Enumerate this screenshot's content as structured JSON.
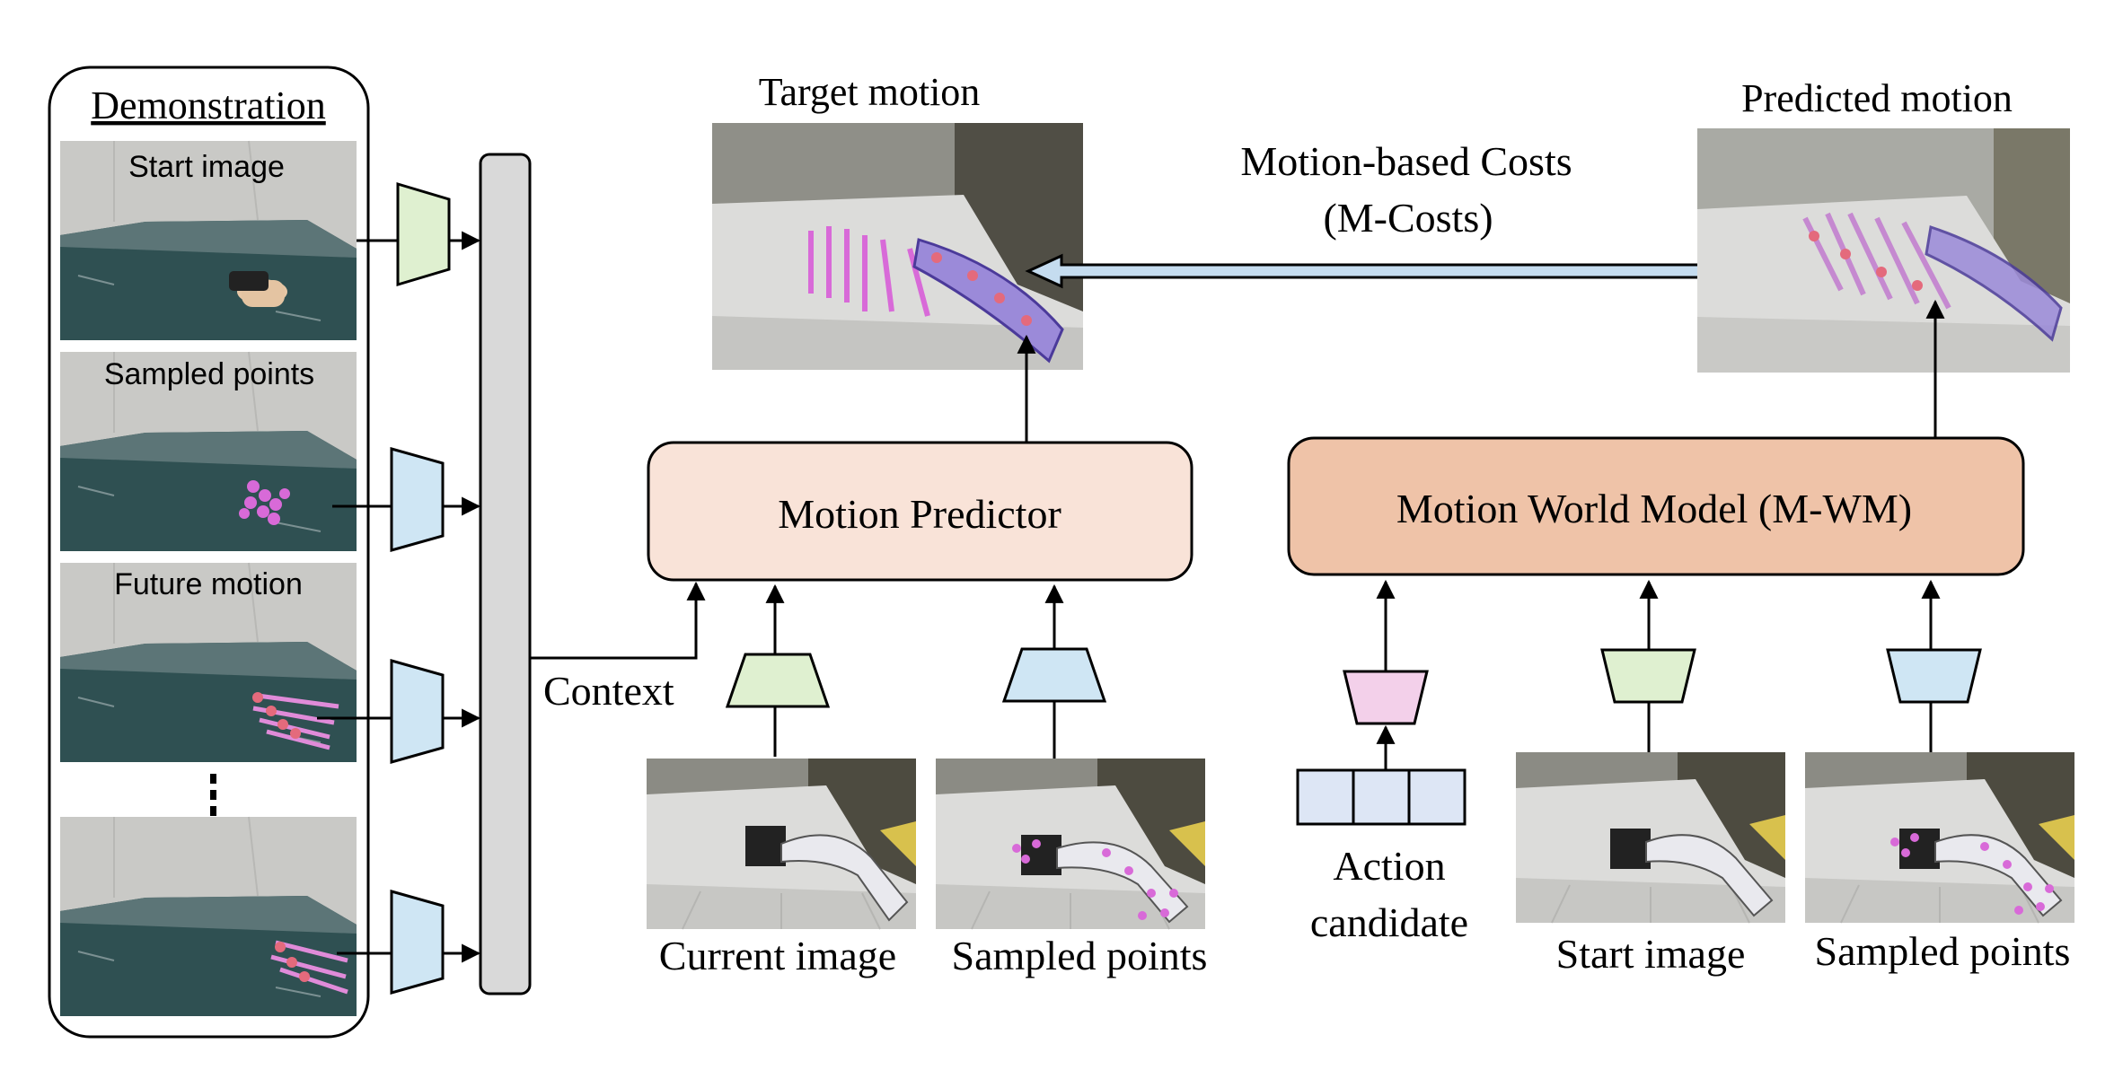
{
  "demonstration": {
    "title": "Demonstration",
    "panels": [
      {
        "label": "Start image"
      },
      {
        "label": "Sampled points"
      },
      {
        "label": "Future motion"
      },
      {
        "label": ""
      }
    ]
  },
  "context_label": "Context",
  "target_motion_label": "Target motion",
  "predicted_motion_label": "Predicted motion",
  "costs": {
    "line1": "Motion-based Costs",
    "line2": "(M-Costs)"
  },
  "motion_predictor_label": "Motion Predictor",
  "world_model_label": "Motion World Model (M-WM)",
  "inputs_left": {
    "current_image": "Current image",
    "sampled_points": "Sampled points"
  },
  "inputs_right": {
    "action_line1": "Action",
    "action_line2": "candidate",
    "start_image": "Start image",
    "sampled_points": "Sampled points"
  },
  "colors": {
    "image_encoder": "#dff0d0",
    "point_encoder": "#cfe6f4",
    "action_encoder": "#f3d0ea",
    "motion_predictor": "#f9e3d8",
    "world_model": "#efc3a8",
    "context_bar": "#d9d9d9",
    "action_cells": "#dde6f5",
    "cost_arrow": "#c5dcef",
    "scene_dark": "#2f4f50",
    "scene_light": "#d8d8d6",
    "points": "#d86ad8"
  }
}
